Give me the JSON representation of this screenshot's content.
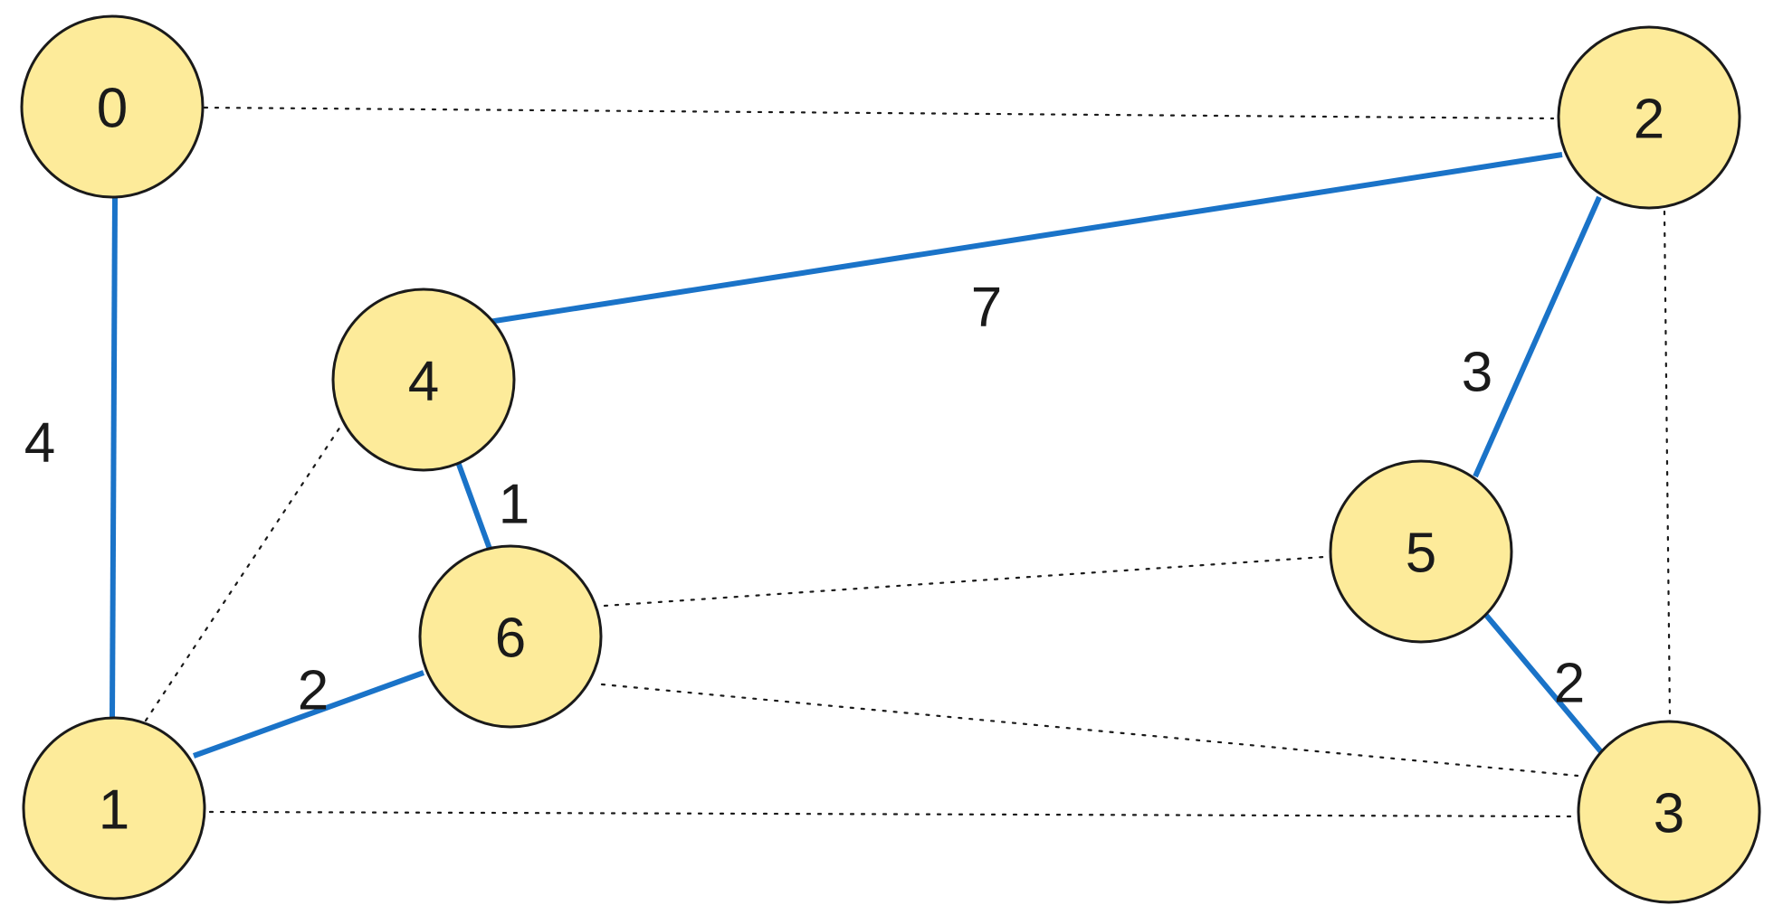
{
  "colors": {
    "node_fill": "#fdeb9a",
    "node_stroke": "#1a1a1a",
    "mst_edge": "#1a73c8",
    "non_mst_edge": "#1a1a1a",
    "text": "#1a1a1a"
  },
  "nodes": [
    {
      "id": "0",
      "label": "0"
    },
    {
      "id": "1",
      "label": "1"
    },
    {
      "id": "2",
      "label": "2"
    },
    {
      "id": "3",
      "label": "3"
    },
    {
      "id": "4",
      "label": "4"
    },
    {
      "id": "5",
      "label": "5"
    },
    {
      "id": "6",
      "label": "6"
    }
  ],
  "mst_edges": [
    {
      "from": "0",
      "to": "1",
      "weight": "4"
    },
    {
      "from": "4",
      "to": "2",
      "weight": "7"
    },
    {
      "from": "2",
      "to": "5",
      "weight": "3"
    },
    {
      "from": "4",
      "to": "6",
      "weight": "1"
    },
    {
      "from": "1",
      "to": "6",
      "weight": "2"
    },
    {
      "from": "5",
      "to": "3",
      "weight": "2"
    }
  ],
  "non_mst_edges": [
    {
      "from": "0",
      "to": "2"
    },
    {
      "from": "2",
      "to": "3"
    },
    {
      "from": "1",
      "to": "4"
    },
    {
      "from": "6",
      "to": "5"
    },
    {
      "from": "6",
      "to": "3"
    },
    {
      "from": "1",
      "to": "3"
    }
  ]
}
